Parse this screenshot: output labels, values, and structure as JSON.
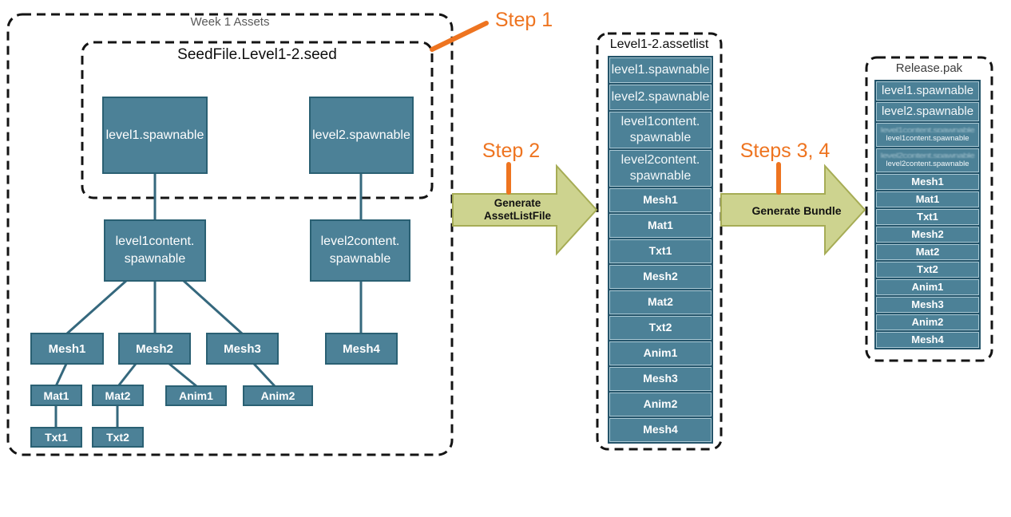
{
  "colors": {
    "node_fill": "#4C8197",
    "node_border": "#2A6073",
    "connector": "#35687D",
    "stack_background": "#24546A",
    "cell_border": "#A9C8D4",
    "arrow_fill": "#CDD38F",
    "arrow_border": "#A6AC55",
    "accent_orange": "#EE7420",
    "outer_title_gray": "#595959",
    "dashed_border_black": "#141414"
  },
  "steps": {
    "step1": "Step 1",
    "step2": "Step 2",
    "steps34": "Steps 3, 4"
  },
  "arrows": {
    "generate_assetlist": "Generate\nAssetListFile",
    "generate_bundle": "Generate Bundle"
  },
  "week1": {
    "title": "Week 1 Assets",
    "seed": {
      "title": "SeedFile.Level1-2.seed",
      "level1": "level1.spawnable",
      "level2": "level2.spawnable"
    },
    "tree": {
      "level1content": "level1content.\nspawnable",
      "level2content": "level2content.\nspawnable",
      "mesh1": "Mesh1",
      "mesh2": "Mesh2",
      "mesh3": "Mesh3",
      "mesh4": "Mesh4",
      "mat1": "Mat1",
      "mat2": "Mat2",
      "txt1": "Txt1",
      "txt2": "Txt2",
      "anim1": "Anim1",
      "anim2": "Anim2"
    }
  },
  "assetlist": {
    "title": "Level1-2.assetlist",
    "items": [
      {
        "label": "level1.spawnable",
        "style": "al-plain"
      },
      {
        "label": "level2.spawnable",
        "style": "al-plain"
      },
      {
        "label": "level1content.\nspawnable",
        "style": "al-tall"
      },
      {
        "label": "level2content.\nspawnable",
        "style": "al-tall"
      },
      {
        "label": "Mesh1",
        "style": "al-bold"
      },
      {
        "label": "Mat1",
        "style": "al-bold"
      },
      {
        "label": "Txt1",
        "style": "al-bold"
      },
      {
        "label": "Mesh2",
        "style": "al-bold"
      },
      {
        "label": "Mat2",
        "style": "al-bold"
      },
      {
        "label": "Txt2",
        "style": "al-bold"
      },
      {
        "label": "Anim1",
        "style": "al-bold"
      },
      {
        "label": "Mesh3",
        "style": "al-bold"
      },
      {
        "label": "Anim2",
        "style": "al-bold"
      },
      {
        "label": "Mesh4",
        "style": "al-bold"
      }
    ]
  },
  "release": {
    "title": "Release.pak",
    "items": [
      {
        "label": "level1.spawnable",
        "style": "rp-plain"
      },
      {
        "label": "level2.spawnable",
        "style": "rp-plain"
      },
      {
        "label": "level1content.spawnable",
        "style": "rp-small",
        "ghost": true
      },
      {
        "label": "level2content.spawnable",
        "style": "rp-small",
        "ghost": true
      },
      {
        "label": "Mesh1",
        "style": "rp-bold"
      },
      {
        "label": "Mat1",
        "style": "rp-bold"
      },
      {
        "label": "Txt1",
        "style": "rp-bold"
      },
      {
        "label": "Mesh2",
        "style": "rp-bold"
      },
      {
        "label": "Mat2",
        "style": "rp-bold"
      },
      {
        "label": "Txt2",
        "style": "rp-bold"
      },
      {
        "label": "Anim1",
        "style": "rp-bold"
      },
      {
        "label": "Mesh3",
        "style": "rp-bold"
      },
      {
        "label": "Anim2",
        "style": "rp-bold"
      },
      {
        "label": "Mesh4",
        "style": "rp-bold"
      }
    ]
  }
}
